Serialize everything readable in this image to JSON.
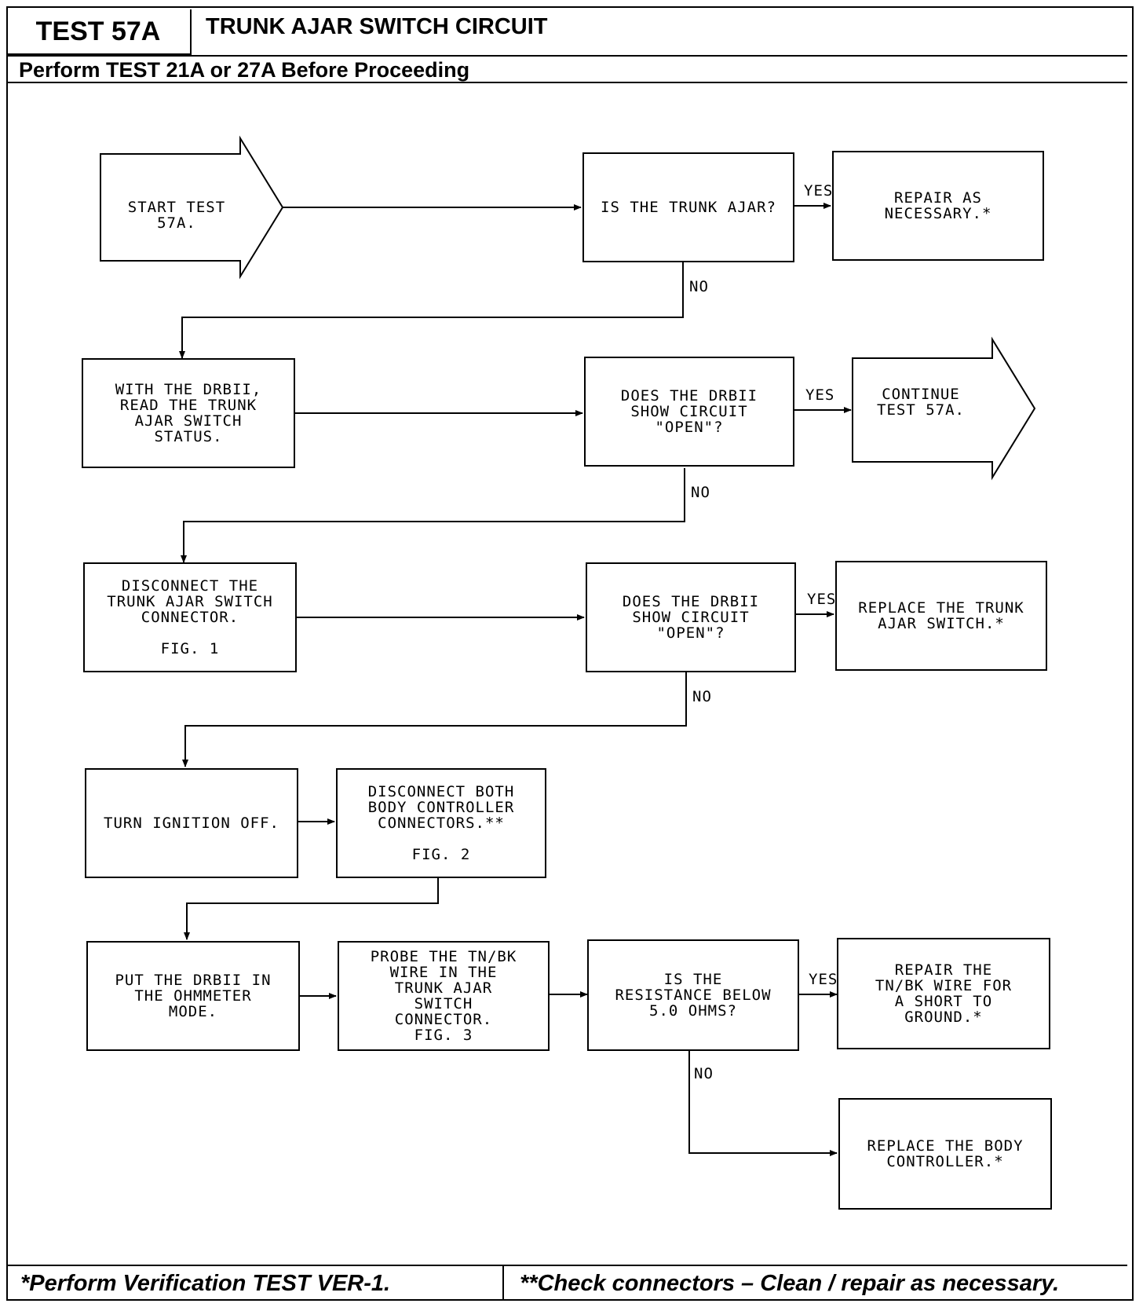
{
  "header": {
    "test_id": "TEST 57A",
    "title": "TRUNK AJAR SWITCH CIRCUIT",
    "prerequisite": "Perform TEST 21A or 27A Before Proceeding"
  },
  "footer": {
    "left_note": "*Perform Verification TEST VER-1.",
    "right_note": "**Check connectors – Clean / repair as necessary."
  },
  "flow": {
    "start": "START TEST 57A.",
    "q1": "IS THE TRUNK AJAR?",
    "q1_yes": "REPAIR AS NECESSARY.*",
    "read_status": "WITH THE DRBII, READ THE TRUNK AJAR SWITCH STATUS.",
    "q2": "DOES THE DRBII SHOW CIRCUIT \"OPEN\"?",
    "q2_yes": "CONTINUE TEST 57A.",
    "disconnect_switch": "DISCONNECT THE TRUNK AJAR SWITCH CONNECTOR.",
    "disconnect_switch_fig": "FIG. 1",
    "q3": "DOES THE DRBII SHOW CIRCUIT \"OPEN\"?",
    "q3_yes": "REPLACE THE TRUNK AJAR SWITCH.*",
    "ignition_off": "TURN IGNITION OFF.",
    "disconnect_body": "DISCONNECT BOTH BODY CONTROLLER CONNECTORS.**",
    "disconnect_body_fig": "FIG. 2",
    "ohmmeter": "PUT THE DRBII IN THE OHMMETER MODE.",
    "probe": "PROBE THE TN/BK WIRE IN THE TRUNK AJAR SWITCH CONNECTOR.",
    "probe_fig": "FIG. 3",
    "q4": "IS THE RESISTANCE BELOW 5.0 OHMS?",
    "q4_yes": "REPAIR THE TN/BK WIRE FOR A SHORT TO GROUND.*",
    "q4_no": "REPLACE THE BODY CONTROLLER.*",
    "yes_label": "YES",
    "no_label": "NO"
  }
}
